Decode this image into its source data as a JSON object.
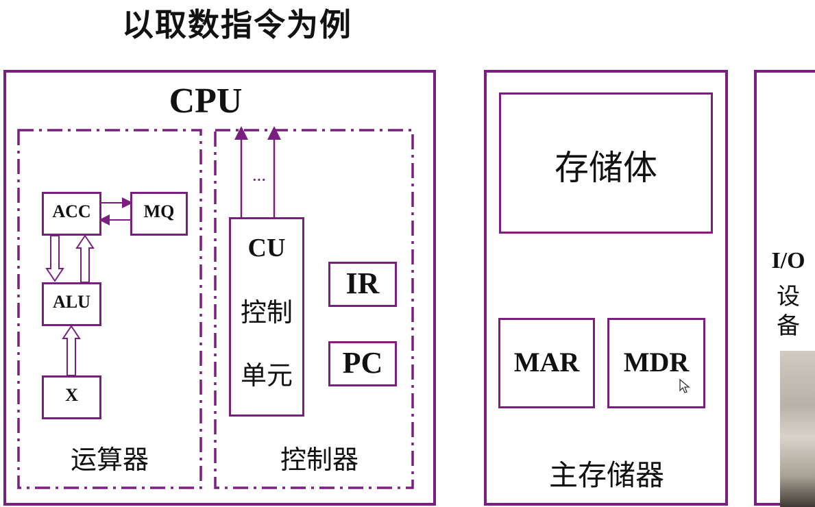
{
  "title": "以取数指令为例",
  "cpu": {
    "label": "CPU",
    "alu_unit": {
      "caption": "运算器",
      "acc": "ACC",
      "mq": "MQ",
      "alu": "ALU",
      "x": "X"
    },
    "control_unit": {
      "caption": "控制器",
      "cu": "CU",
      "cu_line1": "控制",
      "cu_line2": "单元",
      "ir": "IR",
      "pc": "PC",
      "ellipsis": "···"
    }
  },
  "memory": {
    "caption": "主存储器",
    "storage": "存储体",
    "mar": "MAR",
    "mdr": "MDR"
  },
  "io": {
    "label_line1": "I/O",
    "label_line2": "设",
    "label_line3": "备"
  },
  "colors": {
    "border": "#7a1f80",
    "text": "#111111"
  }
}
